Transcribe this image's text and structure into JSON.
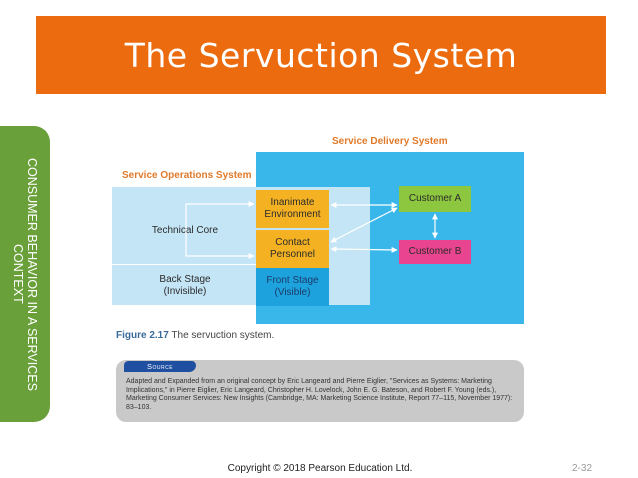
{
  "title": "The Servuction System",
  "sidebar": {
    "label": "CONSUMER BEHAVIOR IN A SERVICES CONTEXT"
  },
  "diagram": {
    "service_delivery_label": "Service Delivery System",
    "service_operations_label": "Service Operations System",
    "technical_core": "Technical Core",
    "back_stage": "Back Stage",
    "back_stage_note": "(Invisible)",
    "inanimate_line1": "Inanimate",
    "inanimate_line2": "Environment",
    "contact_line1": "Contact",
    "contact_line2": "Personnel",
    "front_stage": "Front Stage",
    "front_stage_note": "(Visible)",
    "customer_a": "Customer A",
    "customer_b": "Customer B",
    "colors": {
      "title_bar": "#ec6b0f",
      "sidebar": "#6aa03a",
      "delivery": "#3ab7ea",
      "operations": "#c4e5f6",
      "orange_box": "#f4b223",
      "front_stage": "#1ea2dd",
      "customer_a": "#8dc63f",
      "customer_b": "#e8448f"
    }
  },
  "figure": {
    "number": "Figure 2.17",
    "caption": "The servuction system."
  },
  "source": {
    "tab": "Source",
    "text": "Adapted and Expanded from an original concept by Eric Langeard and Pierre Eiglier, \"Services as Systems: Marketing Implications,\" in Pierre Eiglier, Eric Langeard, Christopher H. Lovelock, John E. G. Bateson, and Robert F. Young (eds.), Marketing Consumer Services: New Insights (Cambridge, MA: Marketing Science Institute, Report 77–115, November 1977): 83–103."
  },
  "footer": {
    "copyright": "Copyright © 2018 Pearson Education Ltd.",
    "page": "2-32"
  }
}
